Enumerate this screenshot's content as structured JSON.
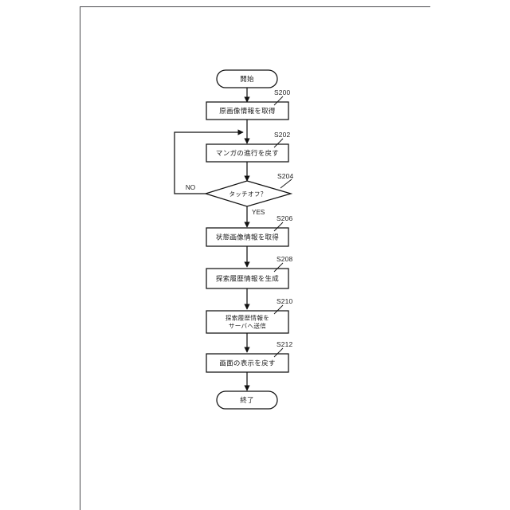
{
  "figure": {
    "type": "flowchart",
    "orientation": "vertical",
    "language": "ja"
  },
  "nodes": {
    "start": {
      "label": "開始",
      "shape": "terminator",
      "step": ""
    },
    "s200": {
      "label": "原画像情報を取得",
      "shape": "process",
      "step": "S200"
    },
    "s202": {
      "label": "マンガの進行を戻す",
      "shape": "process",
      "step": "S202"
    },
    "s204": {
      "label": "タッチオフ？",
      "shape": "decision",
      "step": "S204"
    },
    "s206": {
      "label": "状態画像情報を取得",
      "shape": "process",
      "step": "S206"
    },
    "s208": {
      "label": "探索履歴情報を生成",
      "shape": "process",
      "step": "S208"
    },
    "s210": {
      "label_line1": "探索履歴情報を",
      "label_line2": "サーバへ送信",
      "shape": "process",
      "step": "S210"
    },
    "s212": {
      "label": "画面の表示を戻す",
      "shape": "process",
      "step": "S212"
    },
    "end": {
      "label": "終了",
      "shape": "terminator",
      "step": ""
    }
  },
  "branches": {
    "no": "NO",
    "yes": "YES"
  },
  "colors": {
    "stroke": "#111111",
    "text": "#1a1a1a",
    "page_border": "#4a4a4f",
    "background": "#ffffff"
  }
}
